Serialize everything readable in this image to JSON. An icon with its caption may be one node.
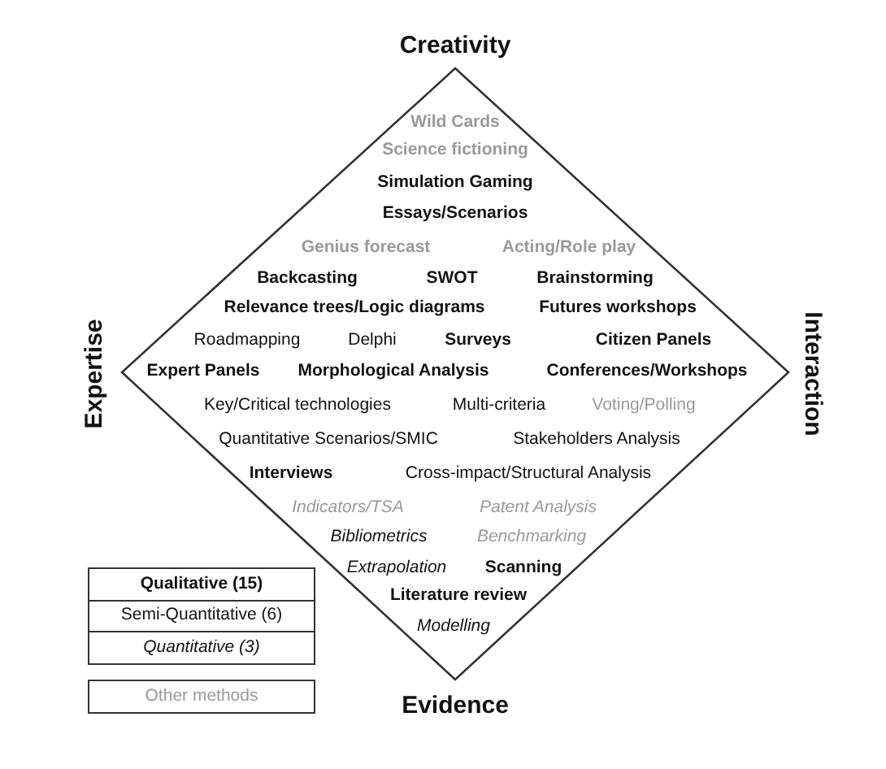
{
  "diagram": {
    "nodes": [
      {
        "text": [
          "Wild Cards",
          "Science fictioning",
          "Simulation Gaming",
          "Essays/Scenarios",
          "Genius forecast",
          "Acting/Role play",
          "Backcasting",
          "SWOT",
          "Brainstorming",
          "Relevance trees/Logic diagrams",
          "Futures workshops",
          "Roadmapping",
          "Delphi",
          "Surveys",
          "Citizen Panels",
          "Expert Panels",
          "Morphological Analysis",
          "Conferences/Workshops",
          "Key/Critical technologies",
          "Multi-criteria",
          "Voting/Polling",
          "Quantitative Scenarios/SMIC",
          "Stakeholders Analysis",
          "Interviews",
          "Cross-impact/Structural Analysis",
          "Indicators/TSA",
          "Patent Analysis",
          "Bibliometrics",
          "Benchmarking",
          "Extrapolation",
          "Scanning",
          "Literature review",
          "Modelling"
        ]
      }
    ],
    "edges": [],
    "labels": [
      "Creativity",
      "Expertise",
      "Interaction",
      "Evidence"
    ],
    "legend": [
      {
        "text": "Qualitative (15)"
      },
      {
        "text": "Semi-Quantitative  (6)"
      },
      {
        "text": "Quantitative (3)"
      },
      {
        "text": "Other methods"
      }
    ]
  }
}
